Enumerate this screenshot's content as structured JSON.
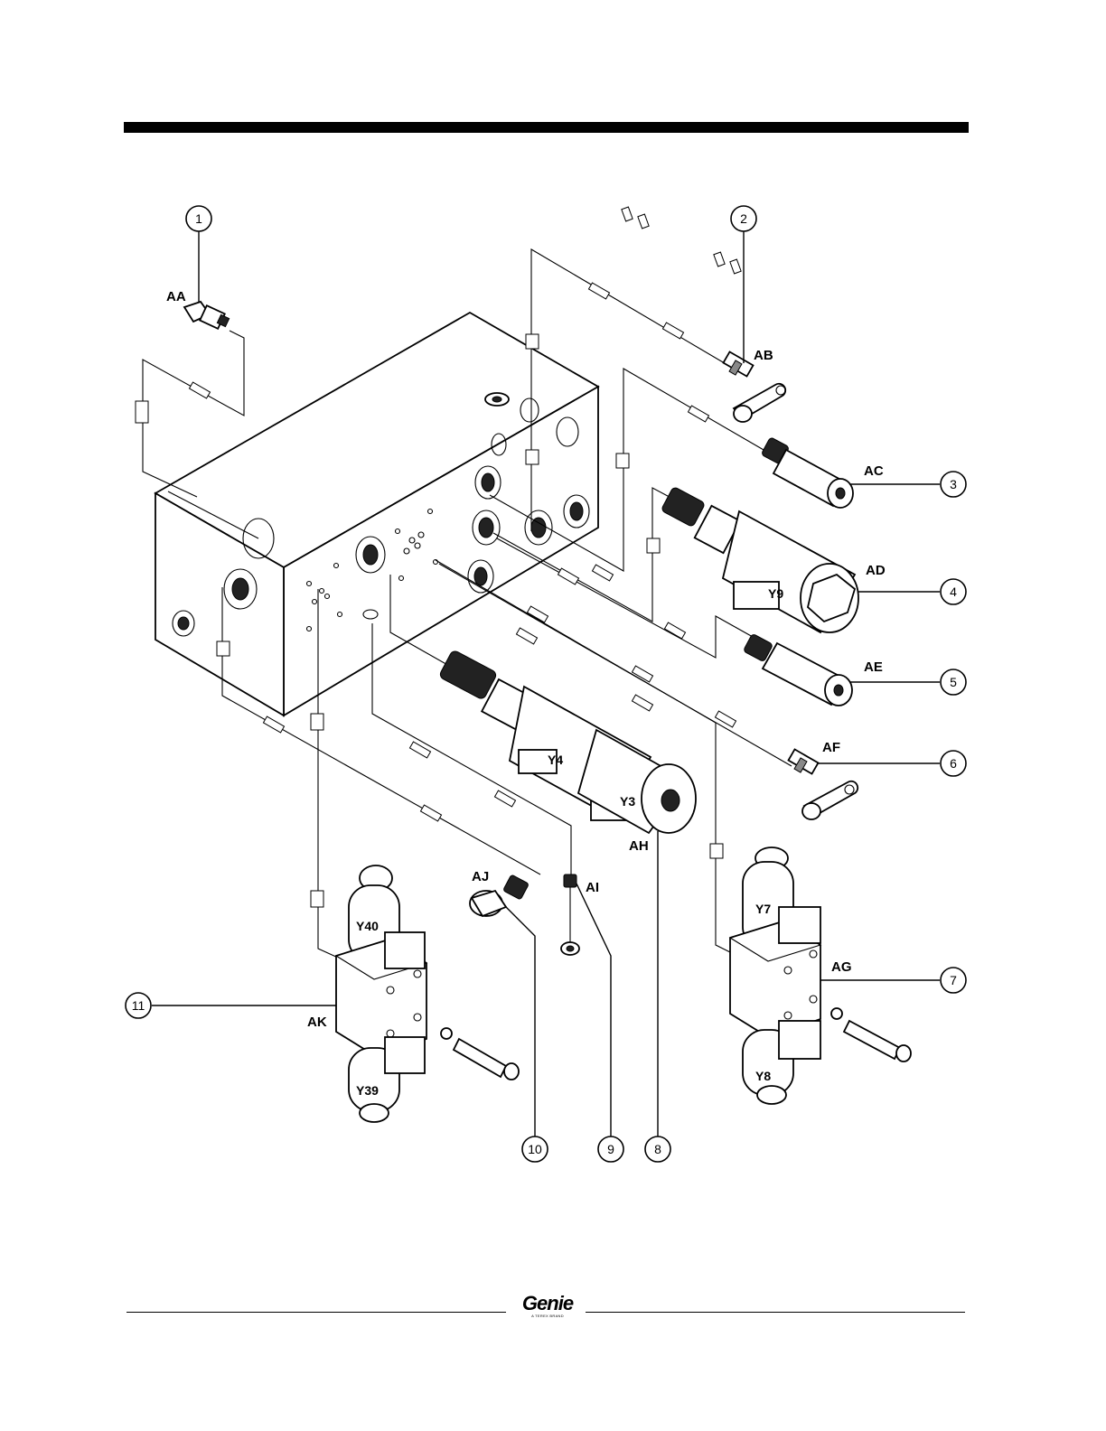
{
  "component_labels": {
    "aa": "AA",
    "ab": "AB",
    "ac": "AC",
    "ad": "AD",
    "ae": "AE",
    "af": "AF",
    "ag": "AG",
    "ah": "AH",
    "ai": "AI",
    "aj": "AJ",
    "ak": "AK"
  },
  "solenoid_labels": {
    "y9": "Y9",
    "y4": "Y4",
    "y3": "Y3",
    "y40": "Y40",
    "y39": "Y39",
    "y7": "Y7",
    "y8": "Y8"
  },
  "callouts": [
    "1",
    "2",
    "3",
    "4",
    "5",
    "6",
    "7",
    "8",
    "9",
    "10",
    "11"
  ],
  "logo": {
    "name": "Genie",
    "tagline": "A TEREX BRAND"
  }
}
